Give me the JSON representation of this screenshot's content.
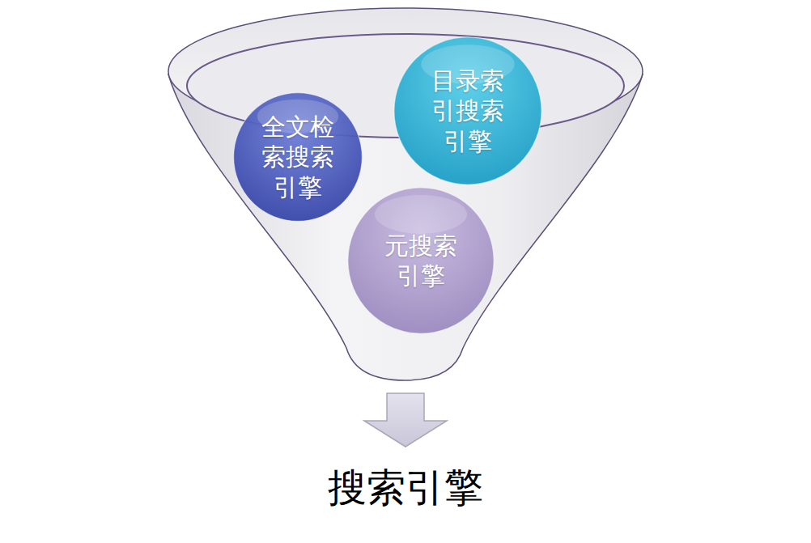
{
  "diagram": {
    "nodes": [
      {
        "text": [
          "全文检索搜索引擎"
        ]
      },
      {
        "text": [
          "目录索引搜索引擎"
        ]
      },
      {
        "text": [
          "元搜索引擎"
        ]
      }
    ],
    "labels": [
      "搜索引擎"
    ]
  }
}
